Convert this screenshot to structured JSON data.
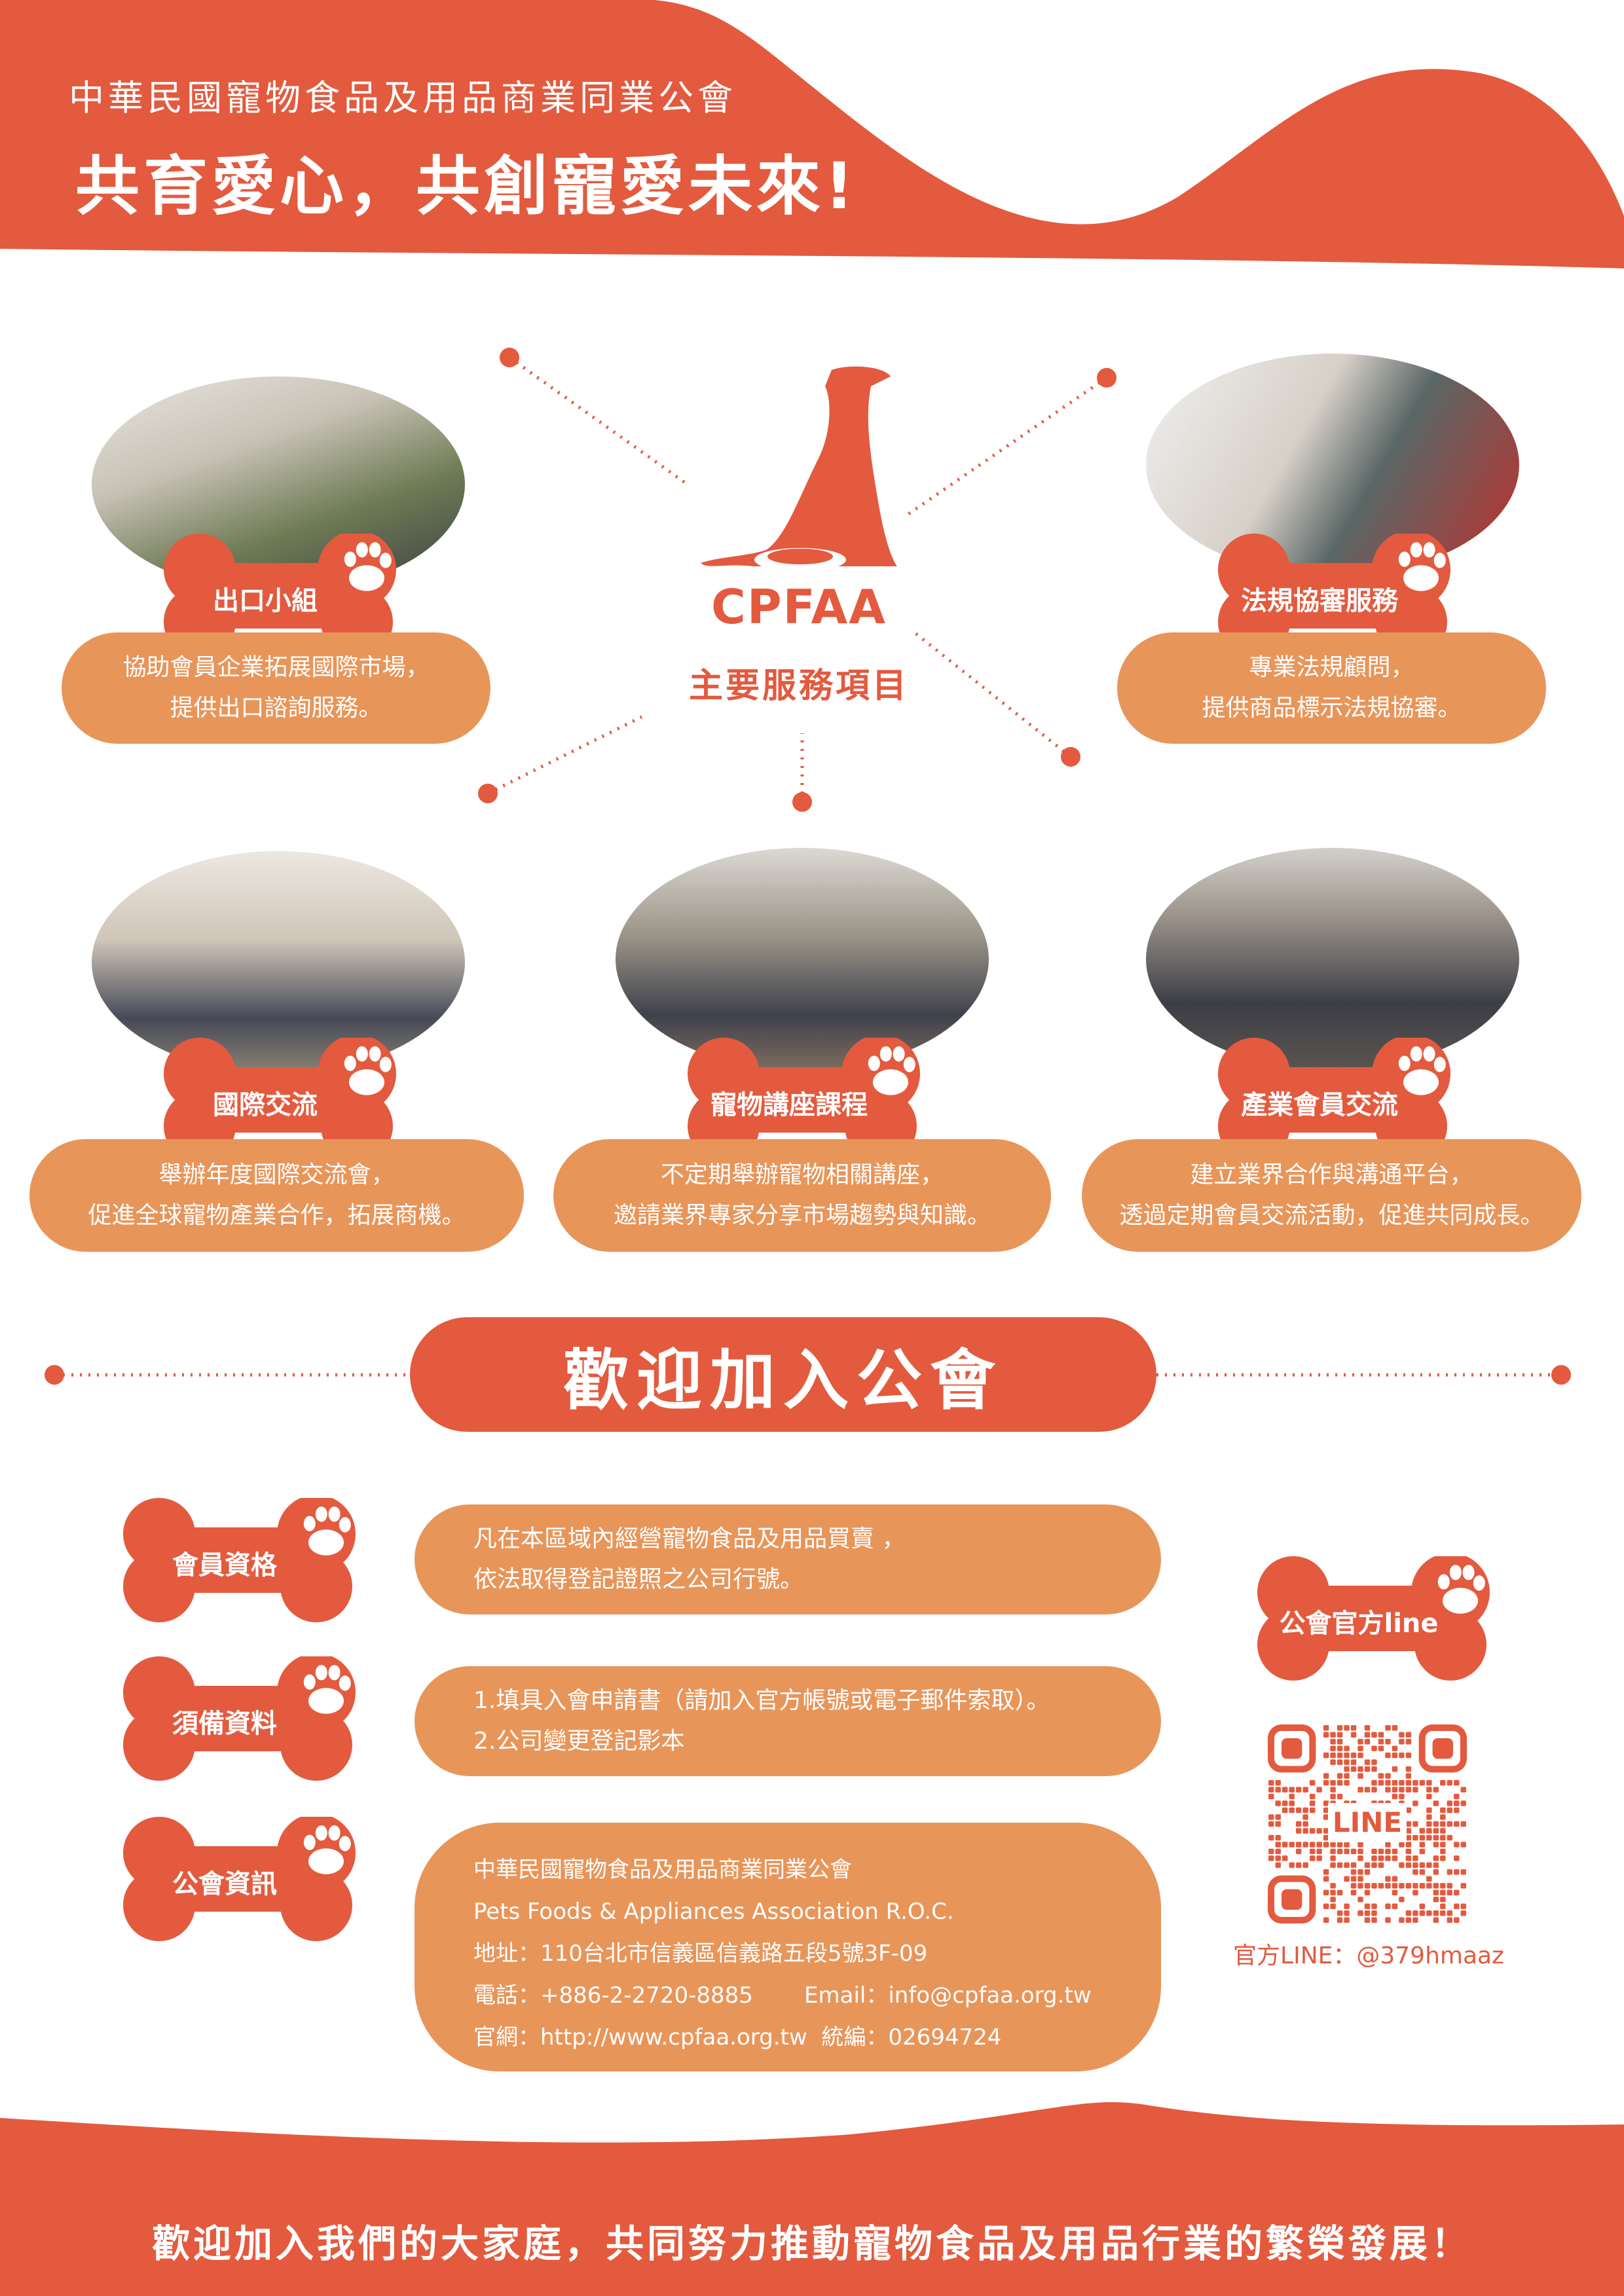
{
  "header": {
    "org_name": "中華民國寵物食品及用品商業同業公會",
    "slogan": "共育愛心，共創寵愛未來!"
  },
  "logo": {
    "name": "CPFAA",
    "subtitle": "主要服務項目"
  },
  "services": [
    {
      "label": "出口小組",
      "lines": [
        "協助會員企業拓展國際市場，",
        "提供出口諮詢服務。"
      ]
    },
    {
      "label": "法規協審服務",
      "lines": [
        "專業法規顧問，",
        "提供商品標示法規協審。"
      ]
    },
    {
      "label": "國際交流",
      "lines": [
        "舉辦年度國際交流會，",
        "促進全球寵物產業合作，拓展商機。"
      ]
    },
    {
      "label": "寵物講座課程",
      "lines": [
        "不定期舉辦寵物相關講座，",
        "邀請業界專家分享市場趨勢與知識。"
      ]
    },
    {
      "label": "產業會員交流",
      "lines": [
        "建立業界合作與溝通平台，",
        "透過定期會員交流活動，促進共同成長。"
      ]
    }
  ],
  "join": {
    "title": "歡迎加入公會",
    "sections": [
      {
        "label": "會員資格",
        "lines": [
          "凡在本區域內經營寵物食品及用品買賣 ，",
          "依法取得登記證照之公司行號。"
        ]
      },
      {
        "label": "須備資料",
        "lines": [
          "1.填具入會申請書（請加入官方帳號或電子郵件索取）。",
          "2.公司變更登記影本"
        ]
      },
      {
        "label": "公會資訊"
      }
    ],
    "info": {
      "name_zh": "中華民國寵物食品及用品商業同業公會",
      "name_en": "Pets Foods & Appliances Association R.O.C.",
      "address": "地址：110台北市信義區信義路五段5號3F-09",
      "phone": "電話：+886-2-2720-8885",
      "email": "Email：info@cpfaa.org.tw",
      "website": "官網：http://www.cpfaa.org.tw",
      "tax_id": "統編：02694724"
    }
  },
  "line": {
    "label": "公會官方line",
    "qr_text": "LINE",
    "account": "官方LINE：@379hmaaz"
  },
  "footer": "歡迎加入我們的大家庭，共同努力推動寵物食品及用品行業的繁榮發展！",
  "colors": {
    "primary": "#E35A3E",
    "pill": "#E8955A"
  }
}
